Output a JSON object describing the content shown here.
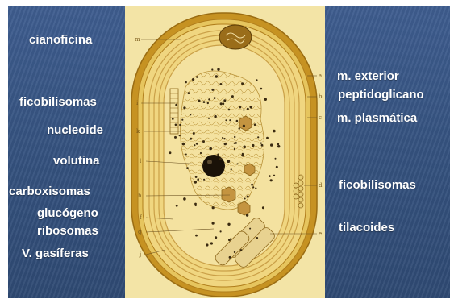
{
  "labels_left": [
    {
      "id": "cianoficina",
      "text": "cianoficina"
    },
    {
      "id": "ficobilisomas-left",
      "text": "ficobilisomas"
    },
    {
      "id": "nucleoide",
      "text": "nucleoide"
    },
    {
      "id": "volutina",
      "text": "volutina"
    },
    {
      "id": "carboxisomas",
      "text": "carboxisomas"
    },
    {
      "id": "glucogeno",
      "text": "glucógeno"
    },
    {
      "id": "ribosomas",
      "text": "ribosomas"
    },
    {
      "id": "v-gasiferas",
      "text": "V. gasíferas"
    }
  ],
  "labels_right": [
    {
      "id": "m-exterior",
      "text": "m. exterior"
    },
    {
      "id": "peptidoglicano",
      "text": "peptidoglicano"
    },
    {
      "id": "m-plasmatica",
      "text": "m. plasmática"
    },
    {
      "id": "ficobilisomas-right",
      "text": "ficobilisomas"
    },
    {
      "id": "tilacoides",
      "text": "tilacoides"
    }
  ],
  "pointer_letters": {
    "m": "m",
    "i": "i",
    "k": "k",
    "l": "l",
    "h": "h",
    "f": "f",
    "g": "g",
    "j": "j",
    "a": "a",
    "b": "b",
    "c": "c",
    "d": "d",
    "e": "e"
  },
  "colors": {
    "background_blue": "#3a5a8c",
    "cell_fill": "#f2dc8c",
    "cell_outline": "#c8941e",
    "volutina": "#1a1208"
  }
}
